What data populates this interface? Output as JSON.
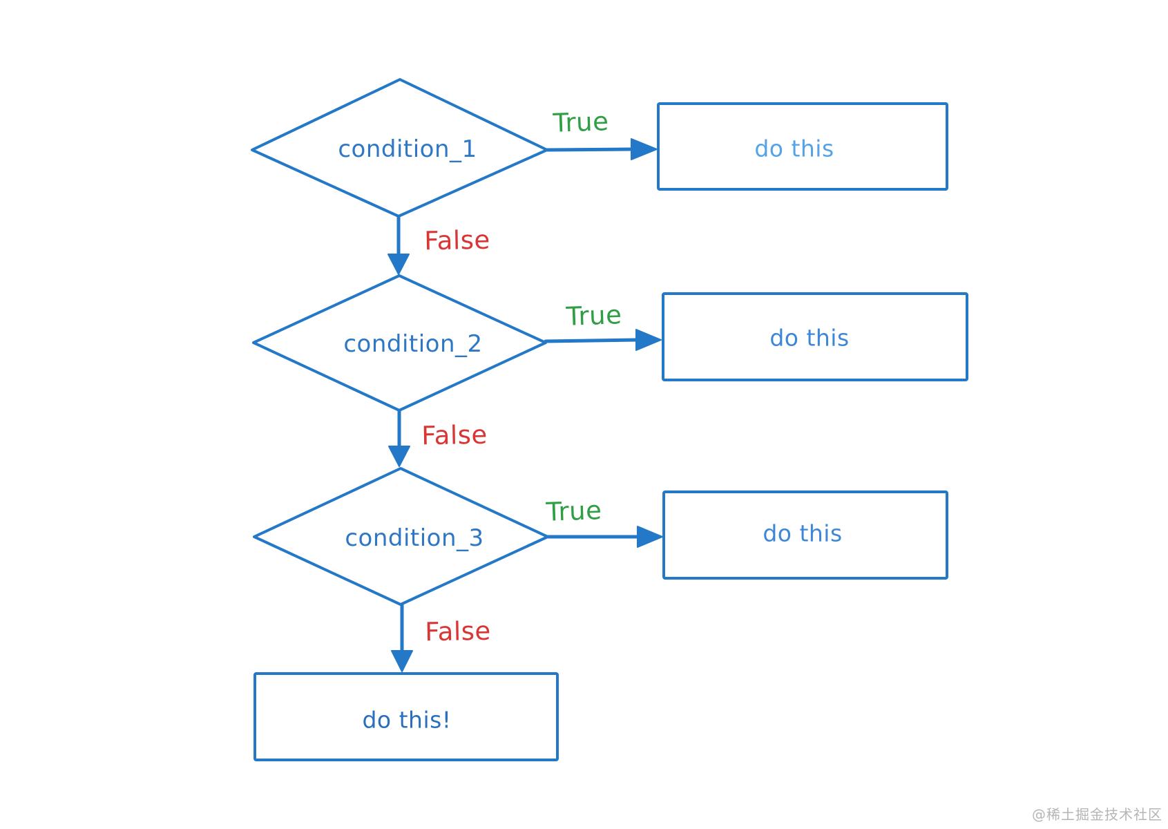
{
  "flowchart": {
    "decisions": [
      {
        "label": "condition_1"
      },
      {
        "label": "condition_2"
      },
      {
        "label": "condition_3"
      }
    ],
    "actions": [
      {
        "label": "do this"
      },
      {
        "label": "do this"
      },
      {
        "label": "do this"
      },
      {
        "label": "do this!"
      }
    ],
    "branch_labels": {
      "true_label": "True",
      "false_label": "False"
    },
    "colors": {
      "shape_stroke": "#2478c8",
      "condition_text": "#2e77c5",
      "action_text": "#3d87d6",
      "action_text_light": "#54a3e8",
      "final_action_text": "#2a6fbe",
      "true_label": "#2f9e44",
      "false_label": "#d93535",
      "watermark": "#b5b5b5",
      "background": "#ffffff"
    }
  },
  "watermark": {
    "text": "@稀土掘金技术社区"
  }
}
